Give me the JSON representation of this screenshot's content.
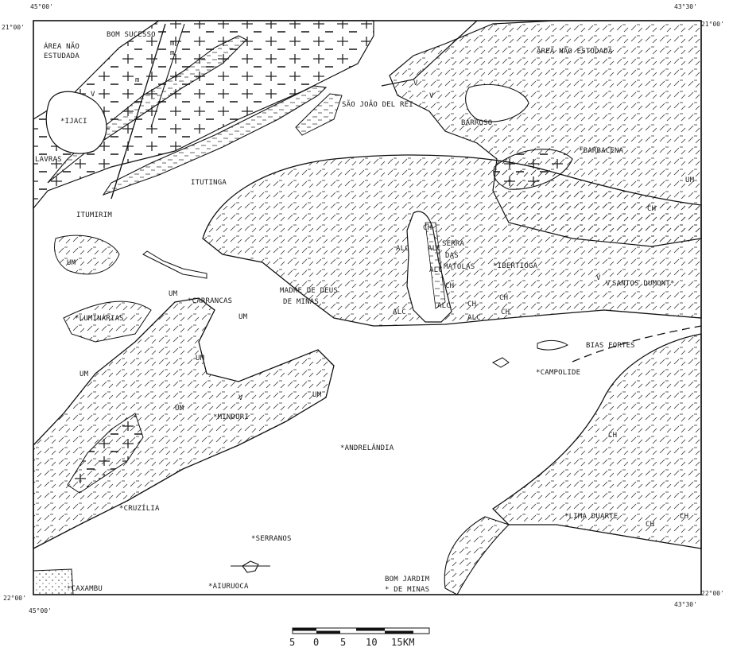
{
  "corners": {
    "top_left_lon": "45°00'",
    "top_left_lat": "21°00'",
    "top_right_lon": "43°30'",
    "top_right_lat": "21°00'",
    "bottom_left_lat": "22°00'",
    "bottom_left_lon": "45°00'",
    "bottom_right_lat": "22°00'",
    "bottom_right_lon": "43°30'"
  },
  "areas": {
    "unstudied_left_1": "ÁREA NÃO",
    "unstudied_left_2": "ESTUDADA",
    "unstudied_right": "ÁREA NÃO ESTUDADA"
  },
  "towns": {
    "bom_sucesso": "BOM SUCESSO",
    "ijaci": "*IJACI",
    "lavras": "LAVRAS",
    "itutinga": "ITUTINGA",
    "itumirim": "ITUMIRIM",
    "sao_joao": "SÃO JOÃO DEL REI",
    "barroso": "BARROSO",
    "barbacena": "*BARBACENA",
    "ibertioga": "*IBERTIOGA",
    "santos_dumont": "SANTOS DUMONT*",
    "serra_1": "SERRA",
    "serra_2": "DAS",
    "serra_3": "MATOLAS",
    "madre_1": "MADRE DE DEUS",
    "madre_2": "DE MINAS",
    "carrancas": "*CARRANCAS",
    "luminarias": "*LUMINÁRIAS",
    "minduri": "*MINDURI",
    "andrelandia": "*ANDRELÂNDIA",
    "cruzilia": "*CRUZÍLIA",
    "serranos": "*SERRANOS",
    "aiuruoca": "*AIURUOCA",
    "caxambu": "*CAXAMBU",
    "bom_jardim_1": "BOM JARDIM",
    "bom_jardim_2": "* DE MINAS",
    "bias_fortes": "BIAS FORTES",
    "campolide": "*CAMPOLIDE",
    "lima_duarte": "*LIMA DUARTE"
  },
  "rock_codes": {
    "um": "UM",
    "ch": "CH",
    "alc": "ALC",
    "m": "m",
    "v": "V"
  },
  "scale": {
    "ticks": [
      "5",
      "0",
      "5",
      "10",
      "15KM"
    ]
  }
}
